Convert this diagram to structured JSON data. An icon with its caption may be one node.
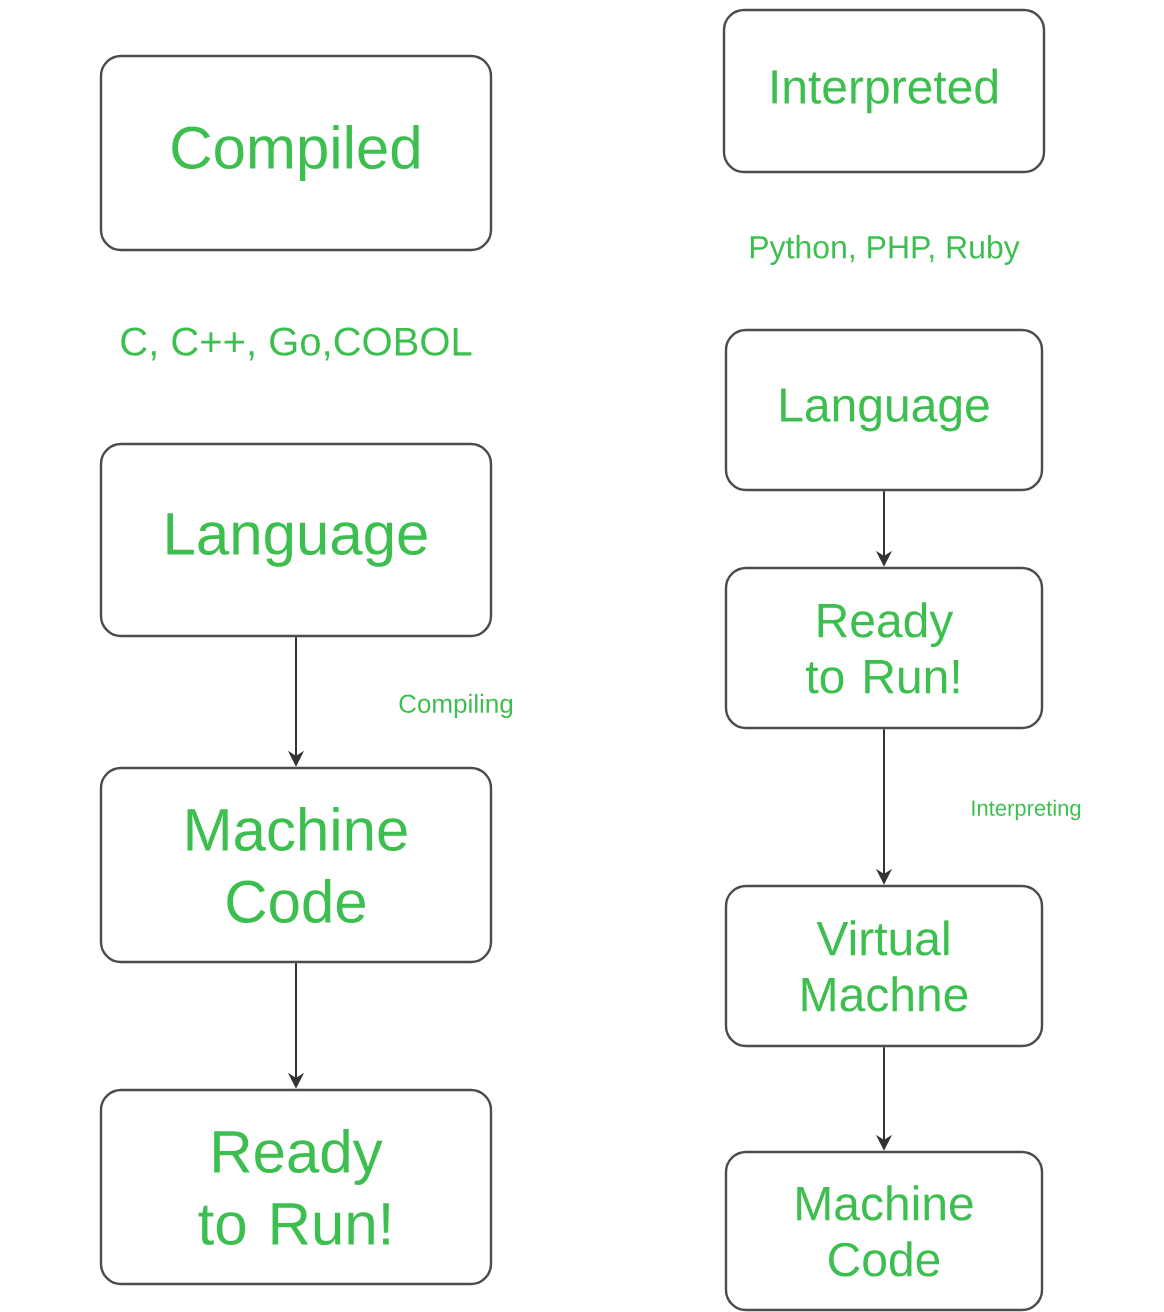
{
  "diagram": {
    "nodes": [
      {
        "text": [
          "Compiled"
        ]
      },
      {
        "text": [
          "Language"
        ]
      },
      {
        "text": [
          "Machine Code"
        ]
      },
      {
        "text": [
          "Ready to Run!"
        ]
      },
      {
        "text": [
          "Interpreted"
        ]
      },
      {
        "text": [
          "Language"
        ]
      },
      {
        "text": [
          "Ready to Run!"
        ]
      },
      {
        "text": [
          "Virtual Machne"
        ]
      },
      {
        "text": [
          "Machine Code"
        ]
      }
    ],
    "edges": [
      {
        "from": 1,
        "to": 2,
        "arrow": "to",
        "label": "Compiling"
      },
      {
        "from": 2,
        "to": 3,
        "arrow": "to"
      },
      {
        "from": 5,
        "to": 6,
        "arrow": "to"
      },
      {
        "from": 6,
        "to": 7,
        "arrow": "to",
        "label": "Interpreting"
      },
      {
        "from": 7,
        "to": 8,
        "arrow": "to"
      }
    ],
    "labels": [
      "C, C++, Go,COBOL",
      "Python, PHP, Ruby"
    ]
  }
}
